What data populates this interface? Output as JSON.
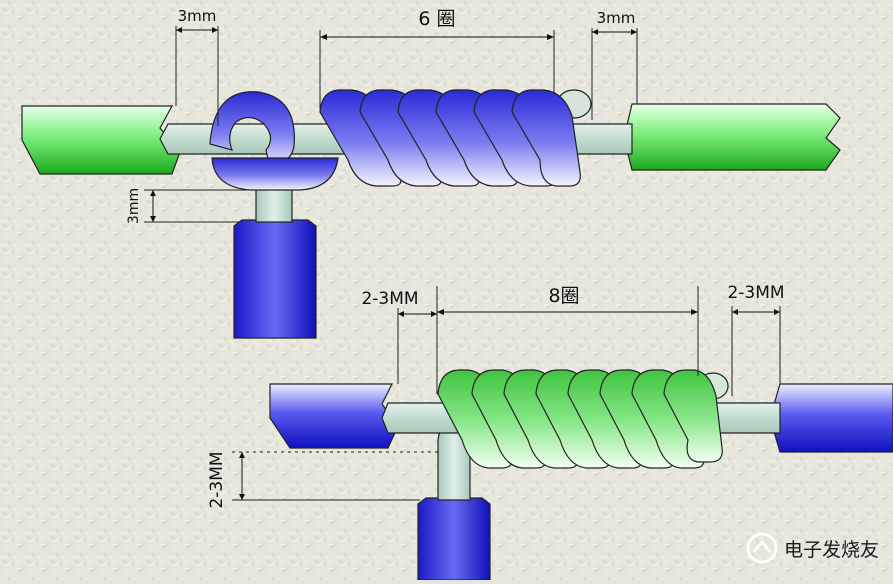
{
  "diagram": {
    "top_joint": {
      "dim_left": "3mm",
      "dim_turns": "6 圈",
      "dim_right": "3mm",
      "dim_vertical": "3mm",
      "coil_color": "#3a3ae0",
      "wire_color": "#2ec02e"
    },
    "bottom_joint": {
      "dim_left": "2-3MM",
      "dim_turns": "8圈",
      "dim_right": "2-3MM",
      "dim_vertical": "2-3MM",
      "coil_color": "#45c445",
      "wire_color": "#2424d8"
    },
    "watermark": "电子发烧友"
  }
}
